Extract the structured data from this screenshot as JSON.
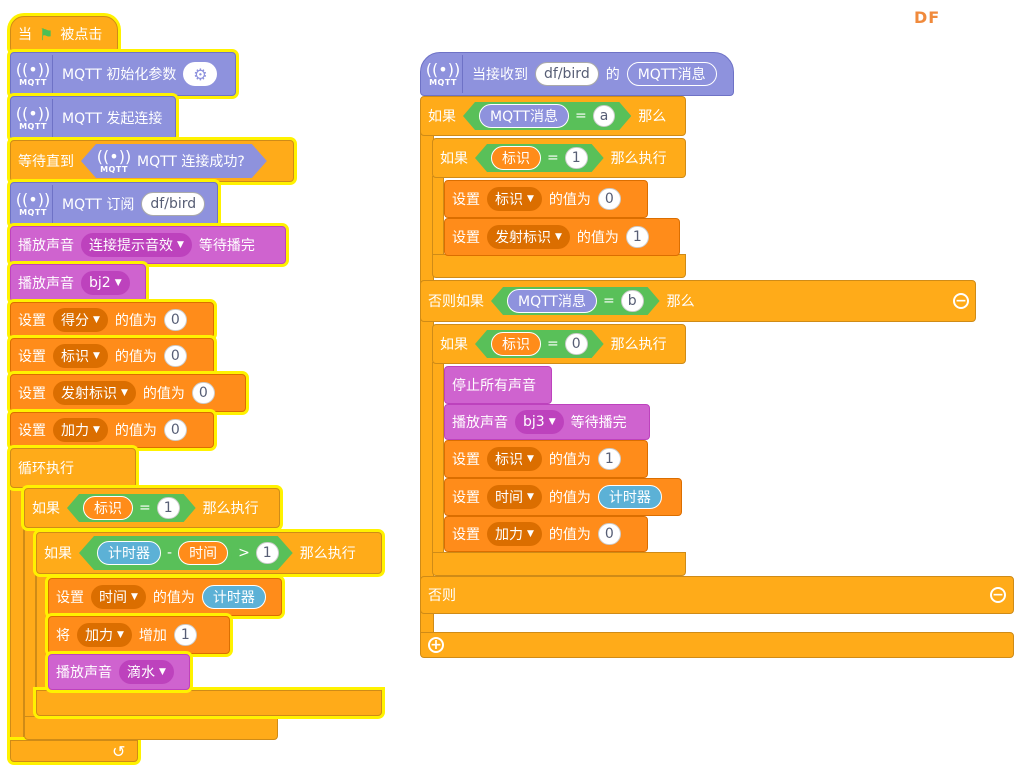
{
  "watermark": "DF",
  "icons": {
    "flag": "green-flag-icon",
    "wifi": "wifi-icon",
    "gear": "gear-icon",
    "chevron": "chevron-down-icon",
    "loop": "loop-arrow-icon",
    "collapse": "minus-circle-icon",
    "expand": "plus-circle-icon"
  },
  "colors": {
    "control": "#ffab19",
    "variables": "#ff8c1a",
    "sound": "#cf63cf",
    "mqtt": "#8e92dd",
    "operators": "#59c059",
    "sensing": "#5cb1d6",
    "highlight": "#fff200"
  },
  "mqtt_label": "MQTT",
  "left": {
    "hat": {
      "when": "当",
      "clicked": "被点击"
    },
    "init": "MQTT 初始化参数",
    "connect": "MQTT 发起连接",
    "wait": {
      "label": "等待直到",
      "cond": "MQTT 连接成功?"
    },
    "subscribe": {
      "label": "MQTT 订阅",
      "topic": "df/bird"
    },
    "play1": {
      "label": "播放声音",
      "sound": "连接提示音效",
      "suffix": "等待播完"
    },
    "play2": {
      "label": "播放声音",
      "sound": "bj2"
    },
    "set1": {
      "label": "设置",
      "var": "得分",
      "to": "的值为",
      "value": "0"
    },
    "set2": {
      "label": "设置",
      "var": "标识",
      "to": "的值为",
      "value": "0"
    },
    "set3": {
      "label": "设置",
      "var": "发射标识",
      "to": "的值为",
      "value": "0"
    },
    "set4": {
      "label": "设置",
      "var": "加力",
      "to": "的值为",
      "value": "0"
    },
    "forever": "循环执行",
    "if1": {
      "label": "如果",
      "var": "标识",
      "op": "=",
      "value": "1",
      "then": "那么执行"
    },
    "if2": {
      "label": "如果",
      "a": "计时器",
      "minus": "-",
      "b": "时间",
      "gt": ">",
      "value": "1",
      "then": "那么执行"
    },
    "set5": {
      "label": "设置",
      "var": "时间",
      "to": "的值为",
      "value": "计时器"
    },
    "change": {
      "label": "将",
      "var": "加力",
      "by": "增加",
      "value": "1"
    },
    "play3": {
      "label": "播放声音",
      "sound": "滴水"
    }
  },
  "right": {
    "hat": {
      "label": "当接收到",
      "topic": "df/bird",
      "of": "的",
      "msg": "MQTT消息"
    },
    "if_a": {
      "label": "如果",
      "msg": "MQTT消息",
      "op": "=",
      "value": "a",
      "then": "那么"
    },
    "if_flag1": {
      "label": "如果",
      "var": "标识",
      "op": "=",
      "value": "1",
      "then": "那么执行"
    },
    "set_a1": {
      "label": "设置",
      "var": "标识",
      "to": "的值为",
      "value": "0"
    },
    "set_a2": {
      "label": "设置",
      "var": "发射标识",
      "to": "的值为",
      "value": "1"
    },
    "elif_b": {
      "label": "否则如果",
      "msg": "MQTT消息",
      "op": "=",
      "value": "b",
      "then": "那么"
    },
    "if_flag0": {
      "label": "如果",
      "var": "标识",
      "op": "=",
      "value": "0",
      "then": "那么执行"
    },
    "stop": "停止所有声音",
    "play": {
      "label": "播放声音",
      "sound": "bj3",
      "suffix": "等待播完"
    },
    "set_b1": {
      "label": "设置",
      "var": "标识",
      "to": "的值为",
      "value": "1"
    },
    "set_b2": {
      "label": "设置",
      "var": "时间",
      "to": "的值为",
      "value": "计时器"
    },
    "set_b3": {
      "label": "设置",
      "var": "加力",
      "to": "的值为",
      "value": "0"
    },
    "else": "否则"
  }
}
